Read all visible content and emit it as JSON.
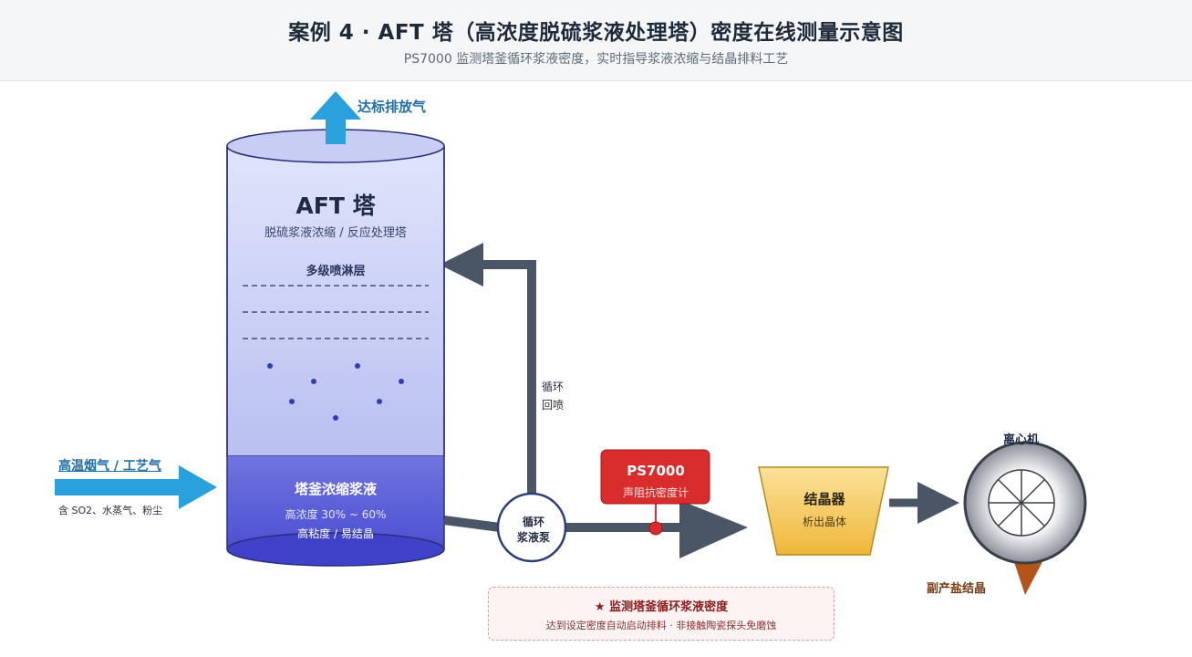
{
  "header": {
    "title": "案例 4 · AFT 塔（高浓度脱硫浆液处理塔）密度在线测量示意图",
    "subtitle": "PS7000 监测塔釜循环浆液密度，实时指导浆液浓缩与结晶排料工艺"
  },
  "tower": {
    "name": "AFT 塔",
    "subtitle": "脱硫浆液浓缩 / 反应处理塔",
    "spray_label": "多级喷淋层",
    "kettle_label": "塔釜浓缩浆液",
    "kettle_concentration": "高浓度 30% ~ 60%",
    "kettle_property": "高粘度 / 易结晶"
  },
  "exhaust_label": "达标排放气",
  "flue_gas": {
    "label": "高温烟气 / 工艺气",
    "description": "含 SO2、水蒸气、粉尘"
  },
  "recirculation_label": [
    "循环",
    "回喷"
  ],
  "pump_label": [
    "循环",
    "浆液泵"
  ],
  "meter": {
    "name": "PS7000",
    "description": "声阻抗密度计"
  },
  "crystallizer": {
    "name": "结晶器",
    "description": "析出晶体"
  },
  "centrifuge_label": "离心机",
  "byproduct_label": "副产盐结晶",
  "note": {
    "title": "★ 监测塔釜循环浆液密度",
    "description": "达到设定密度自动启动排料 · 非接触陶瓷探头免磨蚀"
  },
  "colors": {
    "tower_top": "#cfd5f5",
    "tower_bottom": "#5a5fd8",
    "pipe": "#4a5566",
    "inlet_arrow": "#2aa0dd",
    "exhaust_arrow": "#2aa0dd",
    "meter_red": "#d92c2c",
    "crystallizer": "#f2c24a",
    "byproduct": "#b5541a"
  },
  "icons": [
    "exhaust-arrow-icon",
    "inlet-arrow-icon",
    "pump-icon",
    "centrifuge-icon",
    "flow-arrow-icon"
  ]
}
